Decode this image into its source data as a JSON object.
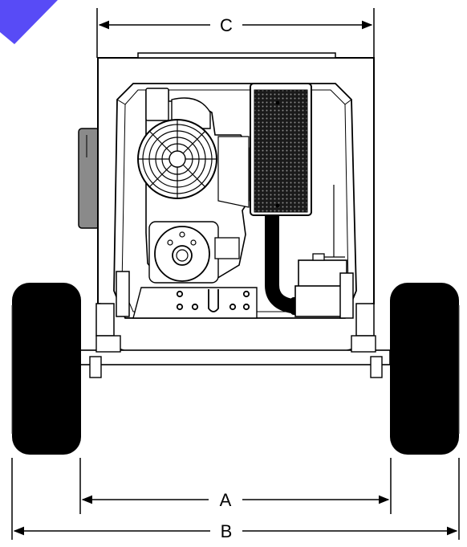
{
  "dimensions": {
    "c_label": "C",
    "a_label": "A",
    "b_label": "B"
  },
  "colors": {
    "line": "#000000",
    "tire": "#000000",
    "panel": "#ffffff",
    "fuel_tank": "#8a8a8a",
    "watermark": "#3b2cf5"
  },
  "icons": {
    "fan": "fan-grille-icon",
    "filter": "air-filter-icon",
    "pulley": "pulley-icon"
  }
}
